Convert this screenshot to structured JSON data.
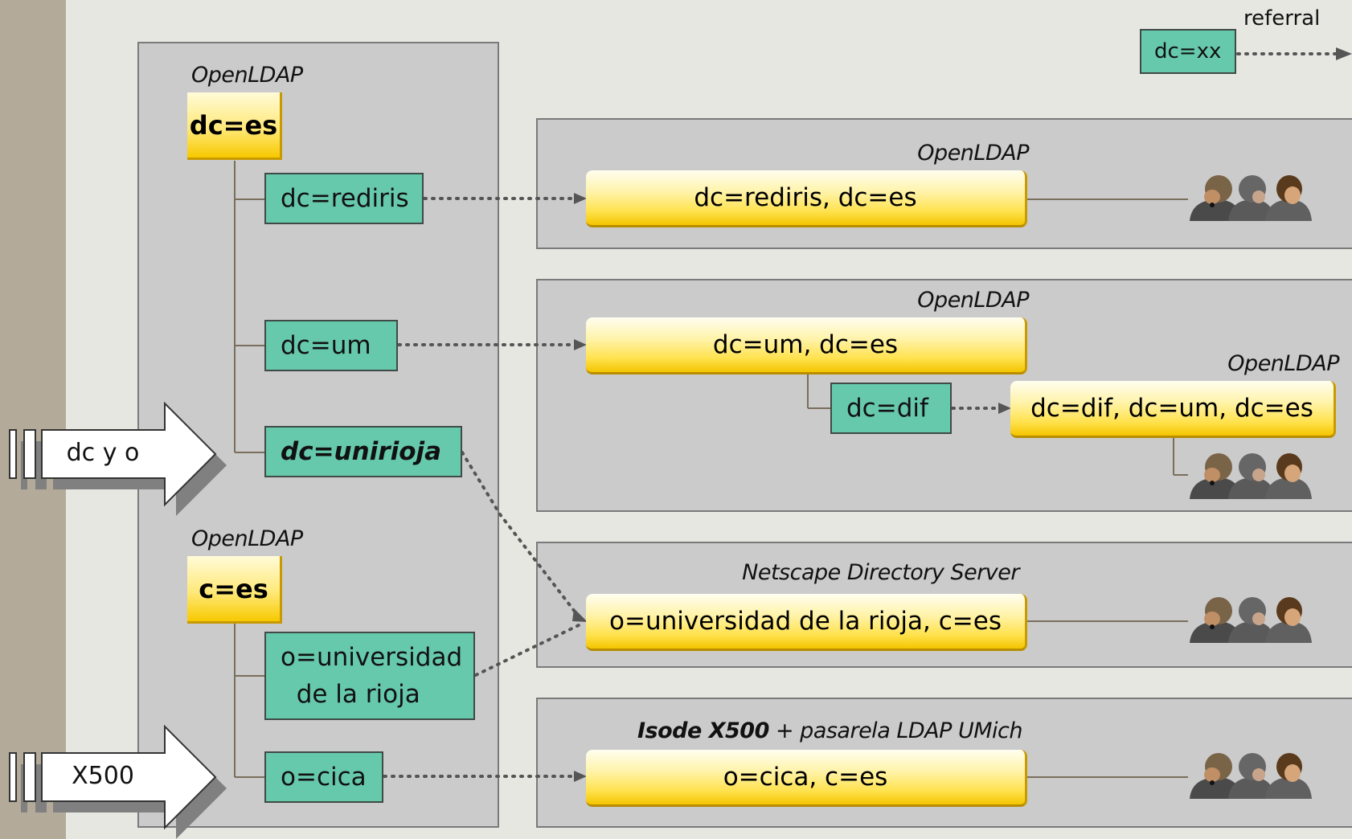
{
  "legend": {
    "referral_label": "referral",
    "referral_box": "dc=xx"
  },
  "left_panel": {
    "top_server": "OpenLDAP",
    "dc_root": "dc=es",
    "dc_nodes": {
      "rediris": "dc=rediris",
      "um": "dc=um",
      "unirioja": "dc=unirioja"
    },
    "bottom_server": "OpenLDAP",
    "c_root": "c=es",
    "o_nodes": {
      "unirioja": "o=universidad\n  de la rioja",
      "cica": "o=cica"
    }
  },
  "arrows": {
    "dc": "dc y o",
    "x500": "X500"
  },
  "servers": {
    "rediris": {
      "label": "OpenLDAP",
      "entry": "dc=rediris, dc=es"
    },
    "um": {
      "label": "OpenLDAP",
      "entry": "dc=um, dc=es",
      "child": "dc=dif"
    },
    "dif": {
      "label": "OpenLDAP",
      "entry": "dc=dif, dc=um, dc=es"
    },
    "unirioja": {
      "label": "Netscape Directory Server",
      "entry": "o=universidad de la rioja, c=es"
    },
    "cica": {
      "label_bold": "Isode X500",
      "label_rest": " + pasarela LDAP UMich",
      "entry": "o=cica, c=es"
    }
  },
  "colors": {
    "teal": "#66c9ab",
    "yellow": "#ffe24e",
    "panel": "#cbcbcb",
    "sidebar": "#b3aa99"
  }
}
